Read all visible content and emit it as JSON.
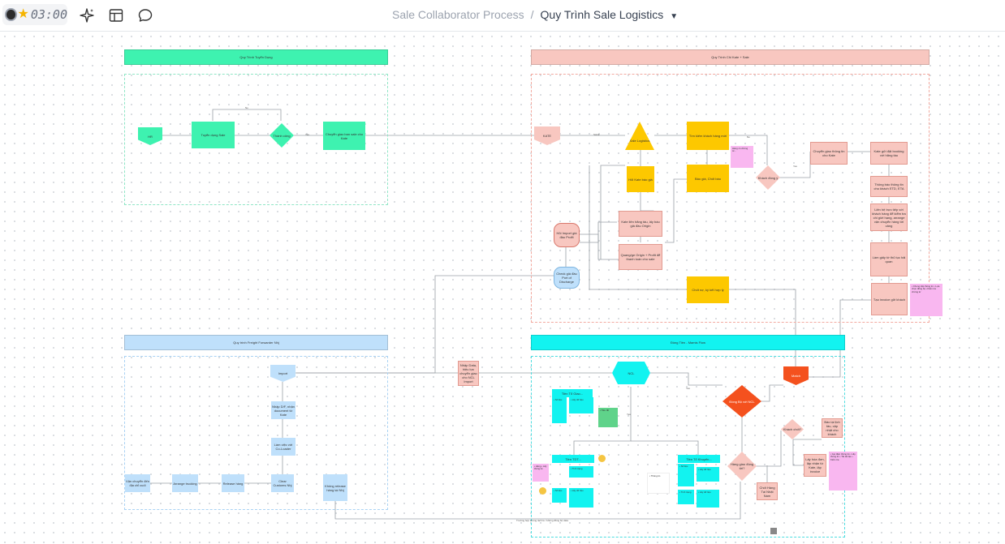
{
  "toolbar": {
    "timer": "03:00",
    "timer_icon": "record-icon",
    "star_icon": "star-icon",
    "ai_icon": "sparkle-icon",
    "layout_icon": "layout-icon",
    "comment_icon": "comment-icon"
  },
  "breadcrumb": {
    "parent": "Sale Collaborator Process",
    "separator": "/",
    "current": "Quy Trình Sale Logistics"
  },
  "colors": {
    "green": "#3ef2b0",
    "salmon": "#f8c7c0",
    "blue": "#bfe0fb",
    "cyan": "#12f3f0",
    "yellow": "#fdc800",
    "red_orange": "#f4511e",
    "pink_note": "#f9b7f0"
  },
  "headers": {
    "recruit": "Quy Trình Tuyển Dụng",
    "sale": "Quy Trình Chi Kate + Sale",
    "freight": "Quy trình Freight Forwarder Nhj",
    "data": "Đồng Tiền - Mamis Flow"
  },
  "nodes": {
    "hr": "HR",
    "recruit_sale": "Tuyển dụng Sale",
    "pass": "Thành công",
    "transfer_profile": "Chuyển giao ban sale cho Kate",
    "kate": "KATE",
    "sale_logistics": "Sale Logistics",
    "find_customer": "Tìm kiếm khách hàng mới",
    "ask_price": "Hỏi Kate báo giá",
    "quote": "Báo giá, Chốt báo",
    "customer_ok": "Khách đồng ý",
    "transfer_booking": "Chuyển giao thông tin cho Kate",
    "kate_booking": "Kate gửi đặt booking với hãng tàu",
    "shipping_info": "Thông báo thông tin cho khách ETD, ETA",
    "docs_followup": "Liên hệ trực tiếp với khách hàng để kiểm tra chi giới hạng, arrange vận chuyển hàng tới cảng",
    "handle_clearance": "Làm giấy tờ thủ tục hải quan",
    "invoice": "Tạo invoice gửi khách",
    "kate_check": "Kate liên hãng tàu, lấy báo giá đầu Origin",
    "contact_origin": "Quang/ge Origin + Profit để thanh toán cho sale",
    "import_ask": "Hỏi Import giá đầu Profit",
    "check_port": "Check giá đầu Port of Discharge",
    "confirm_pay": "Chốt nợ, ký kết hợp lý",
    "import": "Import",
    "take_data": "Nhập D/F, nhận document từ Kate",
    "coloader": "Làm việc với Co-Loader",
    "release": "Release hàng",
    "arrange": "Arrange trucking",
    "deliver": "Vận chuyển đến địa chỉ cuối",
    "customs": "Clear Customs Nhj",
    "not_release": "Không release hàng tại Nhj",
    "transfer_data": "Nhập Data, hiệu lực chuyển giao cho NCL Import",
    "ncl": "NCL",
    "match": "Match",
    "data_check": "Đồng Bộ với NCL",
    "cust_done": "Khách chốt?",
    "deal_info": "Báo lại lịch tàu, cập nhật cho khách",
    "get_invoice": "Lấy hóa đơn, lập nhận từ Kate, lập invoice",
    "make_contract": "Hàng giao đúng tới?",
    "report": "Chốt Hàng Tại Nhật Nam",
    "tdt_left": "Tiền TDT...",
    "tdt_top": "Tiền Tổ Giao...",
    "tdt_right": "Tiền Tổ Khuyến..."
  },
  "edge_labels": {
    "no1": "No",
    "yes1": "Yes",
    "sale_line": "SALE",
    "yes2": "Yes",
    "no2": "No",
    "yes3": "Yes",
    "bottom_note": "Trường hợp không tách lẻ / không đồng bộ data",
    "yes4": "Yes"
  },
  "notes": {
    "pink_top": "Hàng có chứng từ...",
    "pink_right": "• Chung cấp thông tin • Lựa chọn đồng bộ • Kiểm tra chứng từ",
    "pink_bottom_right": "• Gọi điện thông tin • Lấy thông tin • Tải tài liệu • Kiểm tra",
    "pink_bottom_left": "• Hàng • Lấy thông tin",
    "blue_1": "• Số liệu",
    "blue_2": "• Lấy dữ liệu",
    "blue_3": "• Tình trạng",
    "green_note": "• Tiêu đề",
    "blank_note": "• Thông tin"
  }
}
